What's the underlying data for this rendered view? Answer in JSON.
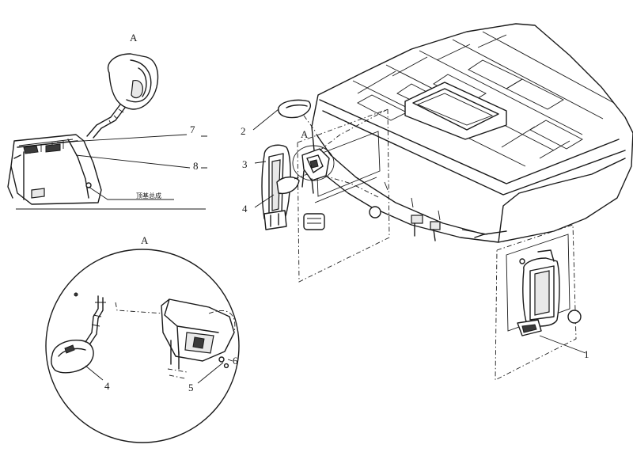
{
  "detail_top": {
    "title": "A",
    "labels": [
      "7",
      "8"
    ],
    "note": "顶基总成"
  },
  "detail_circle": {
    "title": "A",
    "labels": [
      "4",
      "5",
      "6"
    ]
  },
  "main_view": {
    "section_marker": "A",
    "labels": [
      "1",
      "2",
      "3",
      "4"
    ]
  }
}
